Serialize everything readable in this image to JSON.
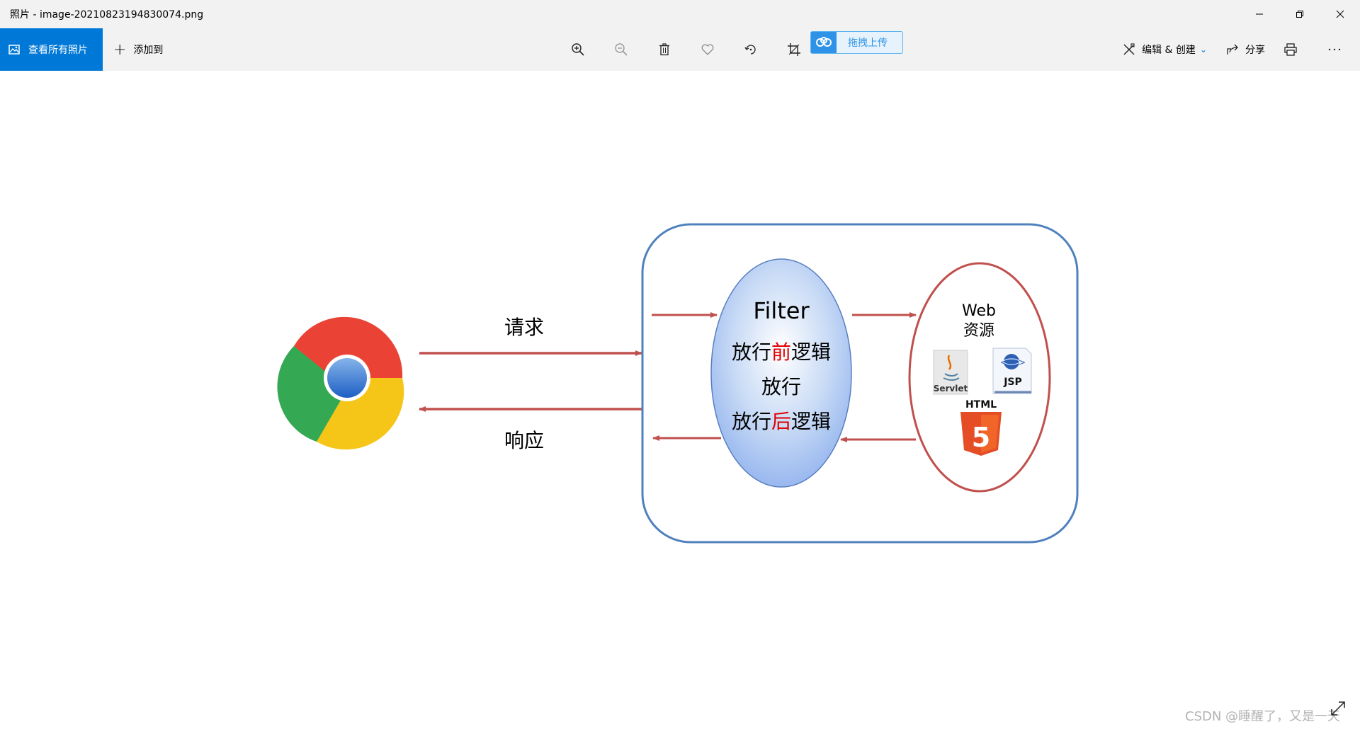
{
  "window": {
    "title": "照片 - image-20210823194830074.png"
  },
  "toolbar": {
    "view_all_label": "查看所有照片",
    "add_to_label": "添加到",
    "upload_label": "拖拽上传",
    "edit_create_label": "编辑 & 创建",
    "share_label": "分享"
  },
  "diagram": {
    "request_label": "请求",
    "response_label": "响应",
    "filter_title": "Filter",
    "filter_line1_a": "放行",
    "filter_line1_b": "前",
    "filter_line1_c": "逻辑",
    "filter_line2": "放行",
    "filter_line3_a": "放行",
    "filter_line3_b": "后",
    "filter_line3_c": "逻辑",
    "web_title": "Web",
    "web_subtitle": "资源",
    "servlet_label": "Servlet",
    "jsp_label": "JSP",
    "html_label": "HTML",
    "html5_glyph": "5"
  },
  "footer": {
    "watermark": "CSDN @睡醒了，又是一天"
  },
  "colors": {
    "accent": "#0078d7",
    "arrow": "#c0504d",
    "box_border": "#4f81bd",
    "highlight_text": "#e00000"
  }
}
